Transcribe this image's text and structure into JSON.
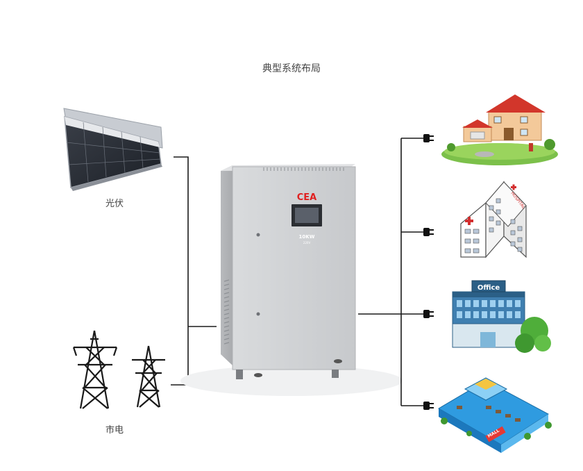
{
  "title": "典型系统布局",
  "sources": {
    "solar_label": "光伏",
    "grid_label": "市电"
  },
  "cabinet": {
    "brand": "CEA",
    "rating": "10KW",
    "sub": "220V"
  },
  "loads": {
    "office_sign": "Office",
    "hospital_sign": "HOSPITAL",
    "mall_sign": "MALL"
  }
}
